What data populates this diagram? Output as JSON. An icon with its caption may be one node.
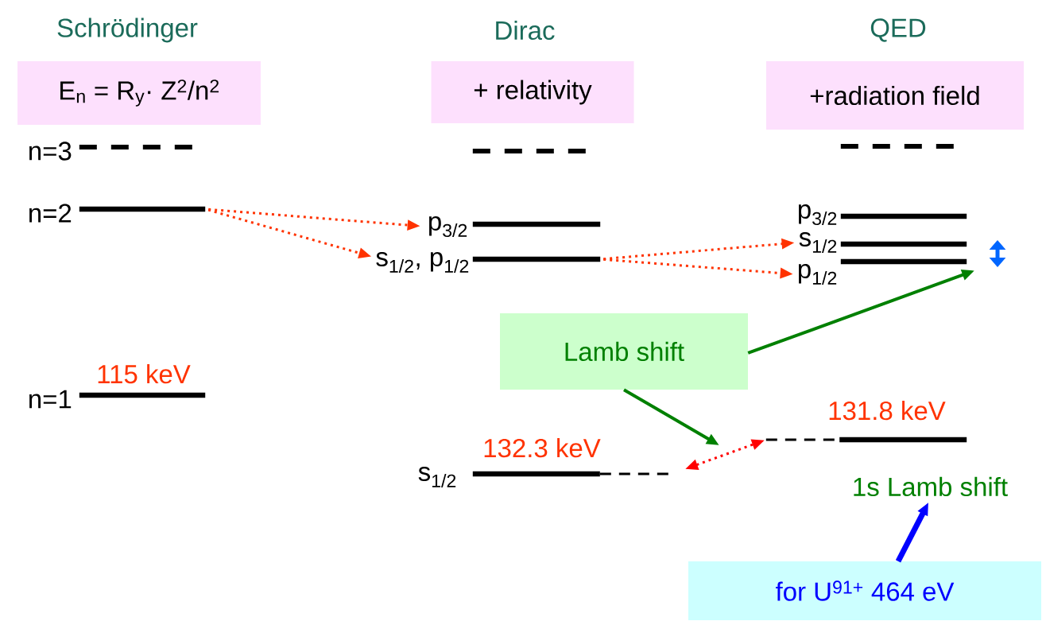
{
  "diagram": {
    "nodes": [
      {
        "text": [
          "Schrödinger",
          "E$_{n}$ = R$_{y}$· Z$^{2}$/n$^{2}$"
        ]
      },
      {
        "text": [
          "Dirac",
          "+ relativity"
        ]
      },
      {
        "text": [
          "QED",
          "+radiation field"
        ]
      },
      {
        "text": [],
        "shape": "bar",
        "beside": [
          "n=3"
        ]
      },
      {
        "text": [],
        "shape": "bar",
        "beside": [
          "n=2"
        ]
      },
      {
        "text": [],
        "shape": "bar",
        "beside": [
          "n=1",
          "115 keV"
        ]
      },
      {
        "text": [],
        "shape": "bar"
      },
      {
        "text": [],
        "shape": "bar",
        "beside": [
          "p$_{3/2}$"
        ]
      },
      {
        "text": [],
        "shape": "bar",
        "beside": [
          "s$_{1/2}$, p$_{1/2}$"
        ]
      },
      {
        "text": [],
        "shape": "bar"
      },
      {
        "text": [],
        "shape": "bar",
        "beside": [
          "p$_{3/2}$"
        ]
      },
      {
        "text": [],
        "shape": "bar",
        "beside": [
          "s$_{1/2}$"
        ]
      },
      {
        "text": [],
        "shape": "bar",
        "beside": [
          "p$_{1/2}$"
        ]
      },
      {
        "text": [
          "Lamb shift"
        ]
      },
      {
        "text": [],
        "shape": "bar",
        "beside": [
          "s$_{1/2}$",
          "132.3 keV"
        ]
      },
      {
        "text": [],
        "shape": "bar",
        "beside": [
          "131.8 keV"
        ]
      },
      {
        "text": [
          "1s Lamb shift"
        ]
      },
      {
        "text": [
          "for U$^{91+}$ 464 eV"
        ]
      }
    ],
    "edges": [
      {
        "from": 4,
        "to": 7,
        "arrow": "to",
        "style": "dashed"
      },
      {
        "from": 4,
        "to": 8,
        "arrow": "to",
        "style": "dashed"
      },
      {
        "from": 8,
        "to": 11,
        "arrow": "to",
        "style": "dashed"
      },
      {
        "from": 8,
        "to": 12,
        "arrow": "to",
        "style": "dashed"
      },
      {
        "from": 13,
        "to": 12,
        "arrow": "to",
        "color": "#008000"
      },
      {
        "from": 13,
        "to": null,
        "arrow": "to",
        "color": "#008000"
      },
      {
        "from": 14,
        "to": 15,
        "arrow": "both",
        "style": "dashed",
        "color": "#ff0000"
      },
      {
        "from": 17,
        "to": 16,
        "arrow": "to",
        "style": "thick",
        "color": "#0000ff"
      }
    ]
  }
}
